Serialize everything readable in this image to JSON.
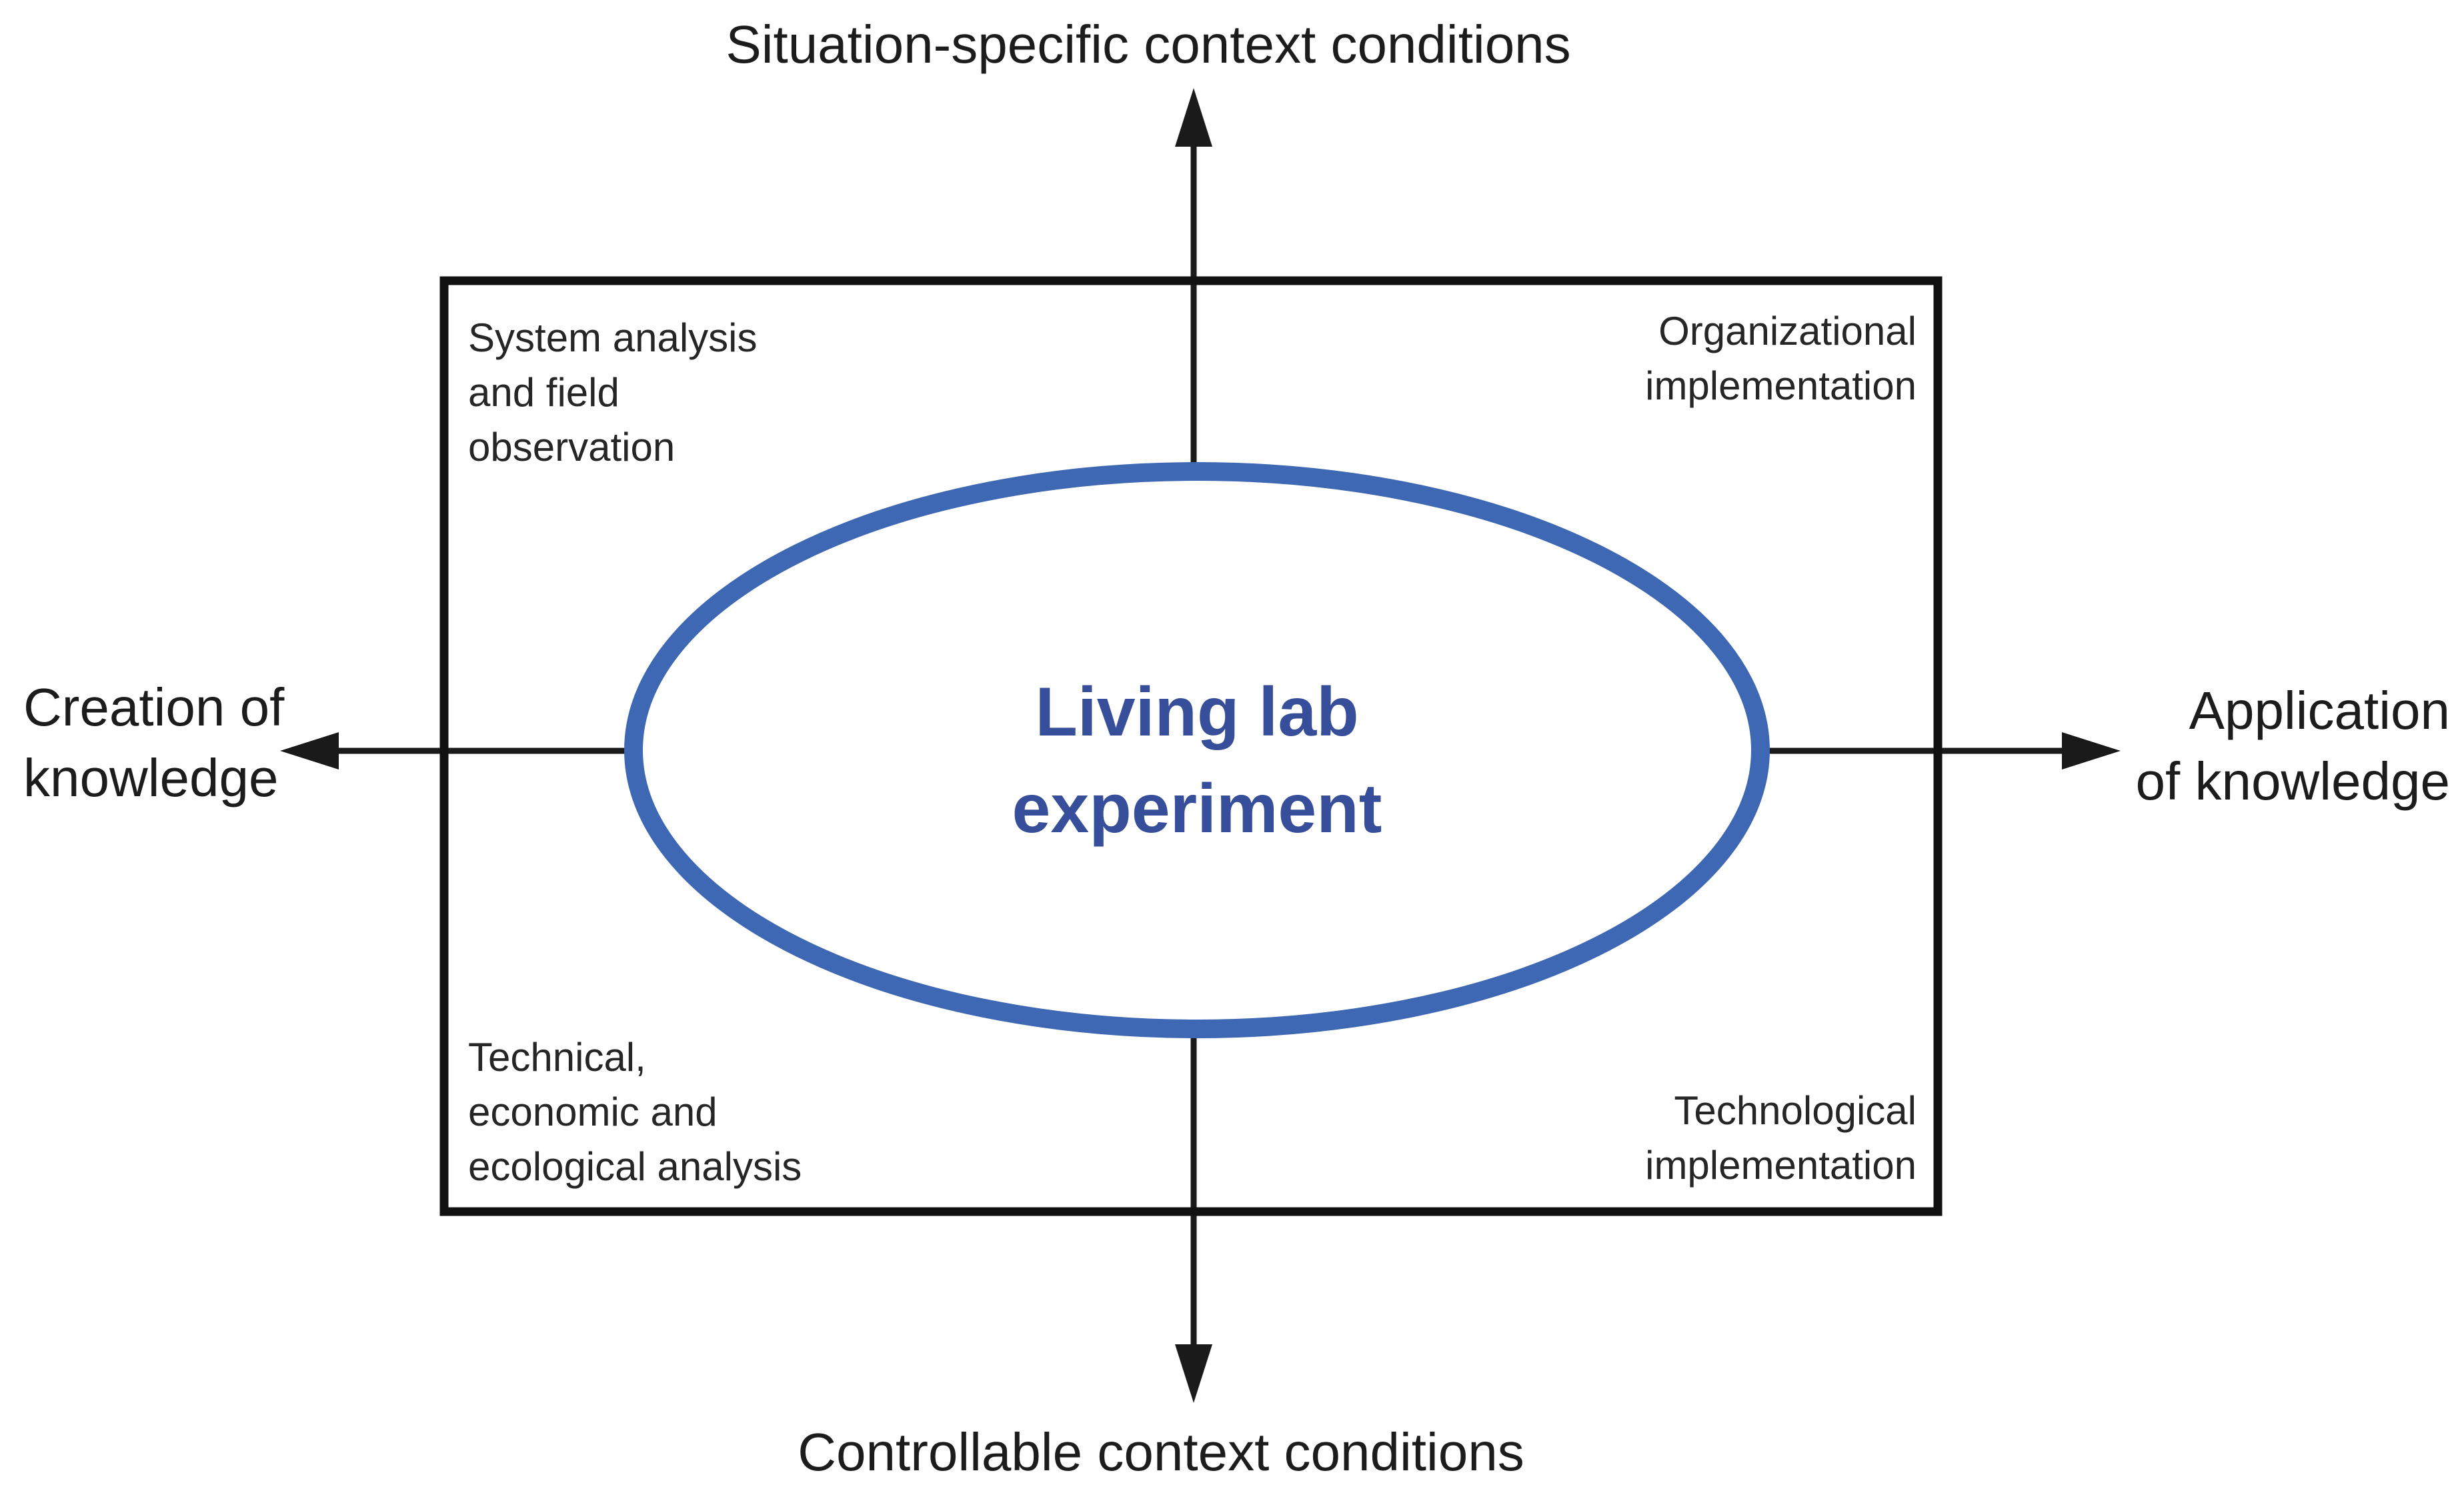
{
  "diagram": {
    "title_context": "Living lab experiment quadrant diagram",
    "axes": {
      "top": "Situation-specific context conditions",
      "bottom": "Controllable context conditions",
      "left": "Creation of\nknowledge",
      "right": "Application\nof knowledge"
    },
    "quadrants": {
      "top_left": "System analysis\nand field\nobservation",
      "top_right": "Organizational\nimplementation",
      "bottom_left": "Technical,\neconomic and\necological analysis",
      "bottom_right": "Technological\nimplementation"
    },
    "center": "Living lab\nexperiment",
    "colors": {
      "ellipse_stroke": "#3e68b4",
      "center_text": "#374f9b",
      "axis_line": "#1a1a1a",
      "box_border": "#111111",
      "label_text": "#262626",
      "background": "#ffffff"
    }
  }
}
